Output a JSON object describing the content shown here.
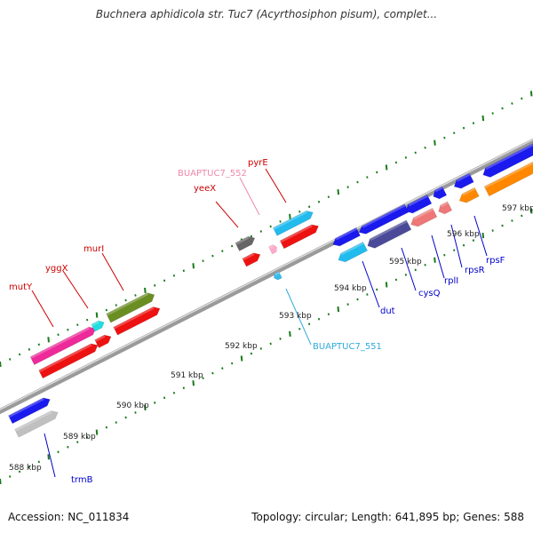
{
  "title": "Buchnera aphidicola str. Tuc7 (Acyrthosiphon pisum), complet...",
  "footer": {
    "accession_label": "Accession:",
    "accession_value": "NC_011834",
    "topology_label": "Topology:",
    "topology_value": "circular;",
    "length_label": "Length:",
    "length_value": "641,895 bp;",
    "genes_label": "Genes:",
    "genes_value": "588"
  },
  "colors": {
    "backbone": "#9a9a9a",
    "tick": "#1a7a1a",
    "label_top": "#cc0000",
    "label_pink": "#ee88aa",
    "label_bottom": "#0000cc",
    "label_cyan": "#33aadd"
  },
  "kbp_labels": [
    {
      "text": "588 kbp",
      "kbp": 588
    },
    {
      "text": "589 kbp",
      "kbp": 589
    },
    {
      "text": "590 kbp",
      "kbp": 590
    },
    {
      "text": "591 kbp",
      "kbp": 591
    },
    {
      "text": "592 kbp",
      "kbp": 592
    },
    {
      "text": "593 kbp",
      "kbp": 593
    },
    {
      "text": "594 kbp",
      "kbp": 594
    },
    {
      "text": "595 kbp",
      "kbp": 595
    },
    {
      "text": "596 kbp",
      "kbp": 596
    },
    {
      "text": "597 kbp",
      "kbp": 597
    }
  ],
  "gene_labels_top": [
    {
      "text": "mutY",
      "color": "#cc0000"
    },
    {
      "text": "yggX",
      "color": "#cc0000"
    },
    {
      "text": "murI",
      "color": "#cc0000"
    },
    {
      "text": "yeeX",
      "color": "#cc0000"
    },
    {
      "text": "BUAPTUC7_552",
      "color": "#ee88aa"
    },
    {
      "text": "pyrE",
      "color": "#cc0000"
    }
  ],
  "gene_labels_bottom": [
    {
      "text": "trmB",
      "color": "#0000cc"
    },
    {
      "text": "BUAPTUC7_551",
      "color": "#33aadd"
    },
    {
      "text": "dut",
      "color": "#0000cc"
    },
    {
      "text": "cysQ",
      "color": "#0000cc"
    },
    {
      "text": "rplI",
      "color": "#0000cc"
    },
    {
      "text": "rpsR",
      "color": "#0000cc"
    },
    {
      "text": "rpsF",
      "color": "#0000cc"
    }
  ],
  "features": [
    {
      "name": "gene-trmB",
      "color": "#1a1aee"
    },
    {
      "name": "gene-trmB-cds",
      "color": "#c0c0c0"
    },
    {
      "name": "gene-mutY",
      "color": "#ee2a9a"
    },
    {
      "name": "gene-mutY-cds",
      "color": "#ee1111"
    },
    {
      "name": "gene-yggX",
      "color": "#22dddd"
    },
    {
      "name": "gene-yggX-cds",
      "color": "#ee1111"
    },
    {
      "name": "gene-murI",
      "color": "#6b8e23"
    },
    {
      "name": "gene-murI-cds",
      "color": "#ee1111"
    },
    {
      "name": "gene-yeeX",
      "color": "#666666"
    },
    {
      "name": "gene-yeeX-cds",
      "color": "#ee1111"
    },
    {
      "name": "gene-pyrE",
      "color": "#22bbee"
    },
    {
      "name": "gene-pyrE-cds",
      "color": "#ee1111"
    },
    {
      "name": "gene-BUAPTUC7_552",
      "color": "#ffaacc"
    },
    {
      "name": "gene-BUAPTUC7_551",
      "color": "#33bbee"
    },
    {
      "name": "gene-dut",
      "color": "#1a1aee"
    },
    {
      "name": "gene-dut-cds",
      "color": "#22bbee"
    },
    {
      "name": "gene-cysQ",
      "color": "#1a1aee"
    },
    {
      "name": "gene-cysQ-cds",
      "color": "#4a4a99"
    },
    {
      "name": "gene-rplI",
      "color": "#1a1aee"
    },
    {
      "name": "gene-rplI-cds",
      "color": "#ee7777"
    },
    {
      "name": "gene-rpsR",
      "color": "#1a1aee"
    },
    {
      "name": "gene-rpsR-cds",
      "color": "#ee7777"
    },
    {
      "name": "gene-rpsF",
      "color": "#1a1aee"
    },
    {
      "name": "gene-rpsF-cds",
      "color": "#ff8800"
    }
  ]
}
